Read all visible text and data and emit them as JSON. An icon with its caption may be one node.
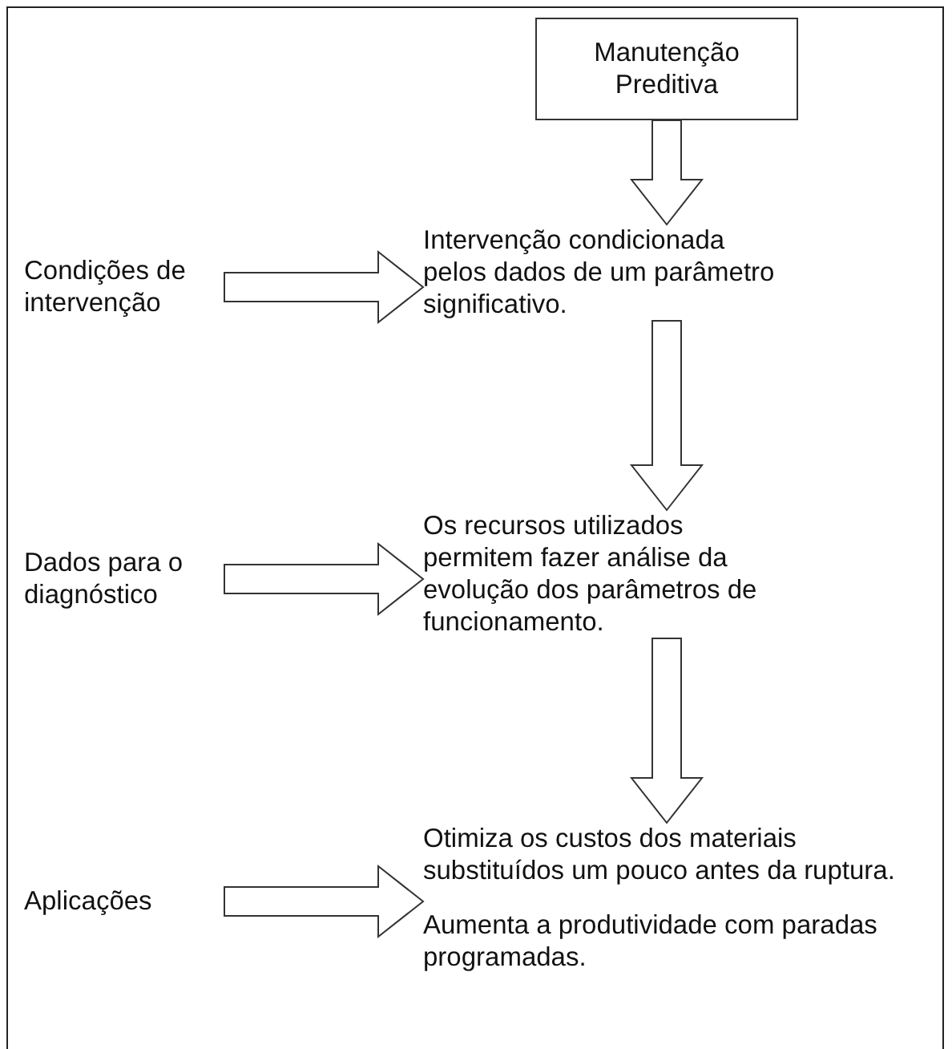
{
  "diagram": {
    "nodes": [
      {
        "text": [
          "Manutenção Preditiva"
        ]
      },
      {
        "text": [
          "Intervenção condicionada pelos dados de um parâmetro significativo."
        ]
      },
      {
        "text": [
          "Condições de intervenção"
        ]
      },
      {
        "text": [
          "Os recursos utilizados permitem fazer análise da evolução dos parâmetros de funcionamento."
        ]
      },
      {
        "text": [
          "Dados para o diagnóstico"
        ]
      },
      {
        "text": [
          "Otimiza os custos dos materiais substituídos um pouco antes da ruptura.",
          "Aumenta a produtividade com paradas programadas."
        ]
      },
      {
        "text": [
          "Aplicações"
        ]
      }
    ],
    "edges": [
      {
        "from": 0,
        "to": 1,
        "arrow": "to"
      },
      {
        "from": 2,
        "to": 1,
        "arrow": "to"
      },
      {
        "from": 1,
        "to": 3,
        "arrow": "to"
      },
      {
        "from": 4,
        "to": 3,
        "arrow": "to"
      },
      {
        "from": 3,
        "to": 5,
        "arrow": "to"
      },
      {
        "from": 6,
        "to": 5,
        "arrow": "to"
      }
    ]
  }
}
